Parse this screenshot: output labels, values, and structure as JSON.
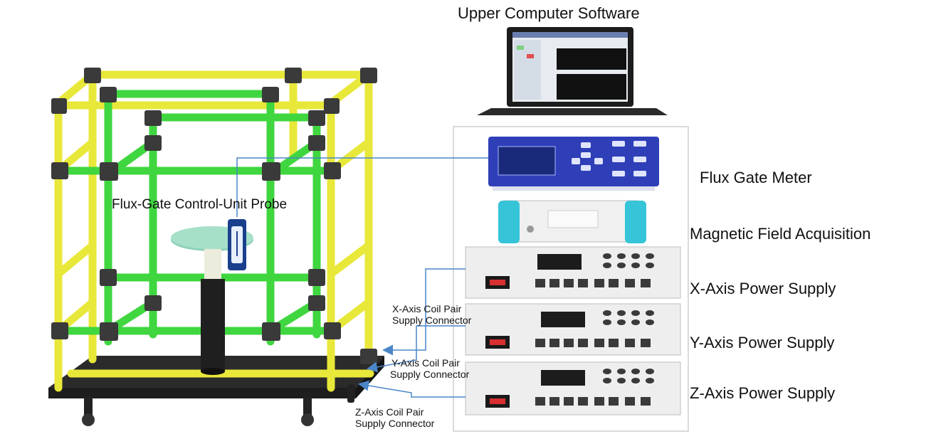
{
  "labels": {
    "software": "Upper Computer Software",
    "flux_meter": "Flux Gate Meter",
    "acquisition": "Magnetic Field Acquisition",
    "x_supply": "X-Axis Power Supply",
    "y_supply": "Y-Axis Power Supply",
    "z_supply": "Z-Axis Power Supply",
    "probe": "Flux-Gate Control-Unit Probe",
    "x_conn_1": "X-Axis Coil Pair",
    "x_conn_2": "Supply Connector",
    "y_conn_1": "Y-Axis Coil Pair",
    "y_conn_2": "Supply Connector",
    "z_conn_1": "Z-Axis Coil Pair",
    "z_conn_2": "Supply Connector"
  },
  "colors": {
    "frame_yellow": "#e8e83a",
    "frame_green": "#3fd63f",
    "joint_dark": "#3a3a3a",
    "meter_blue": "#2f3fb8",
    "acq_cyan": "#35c4d8",
    "connector_blue": "#4a86c8"
  }
}
